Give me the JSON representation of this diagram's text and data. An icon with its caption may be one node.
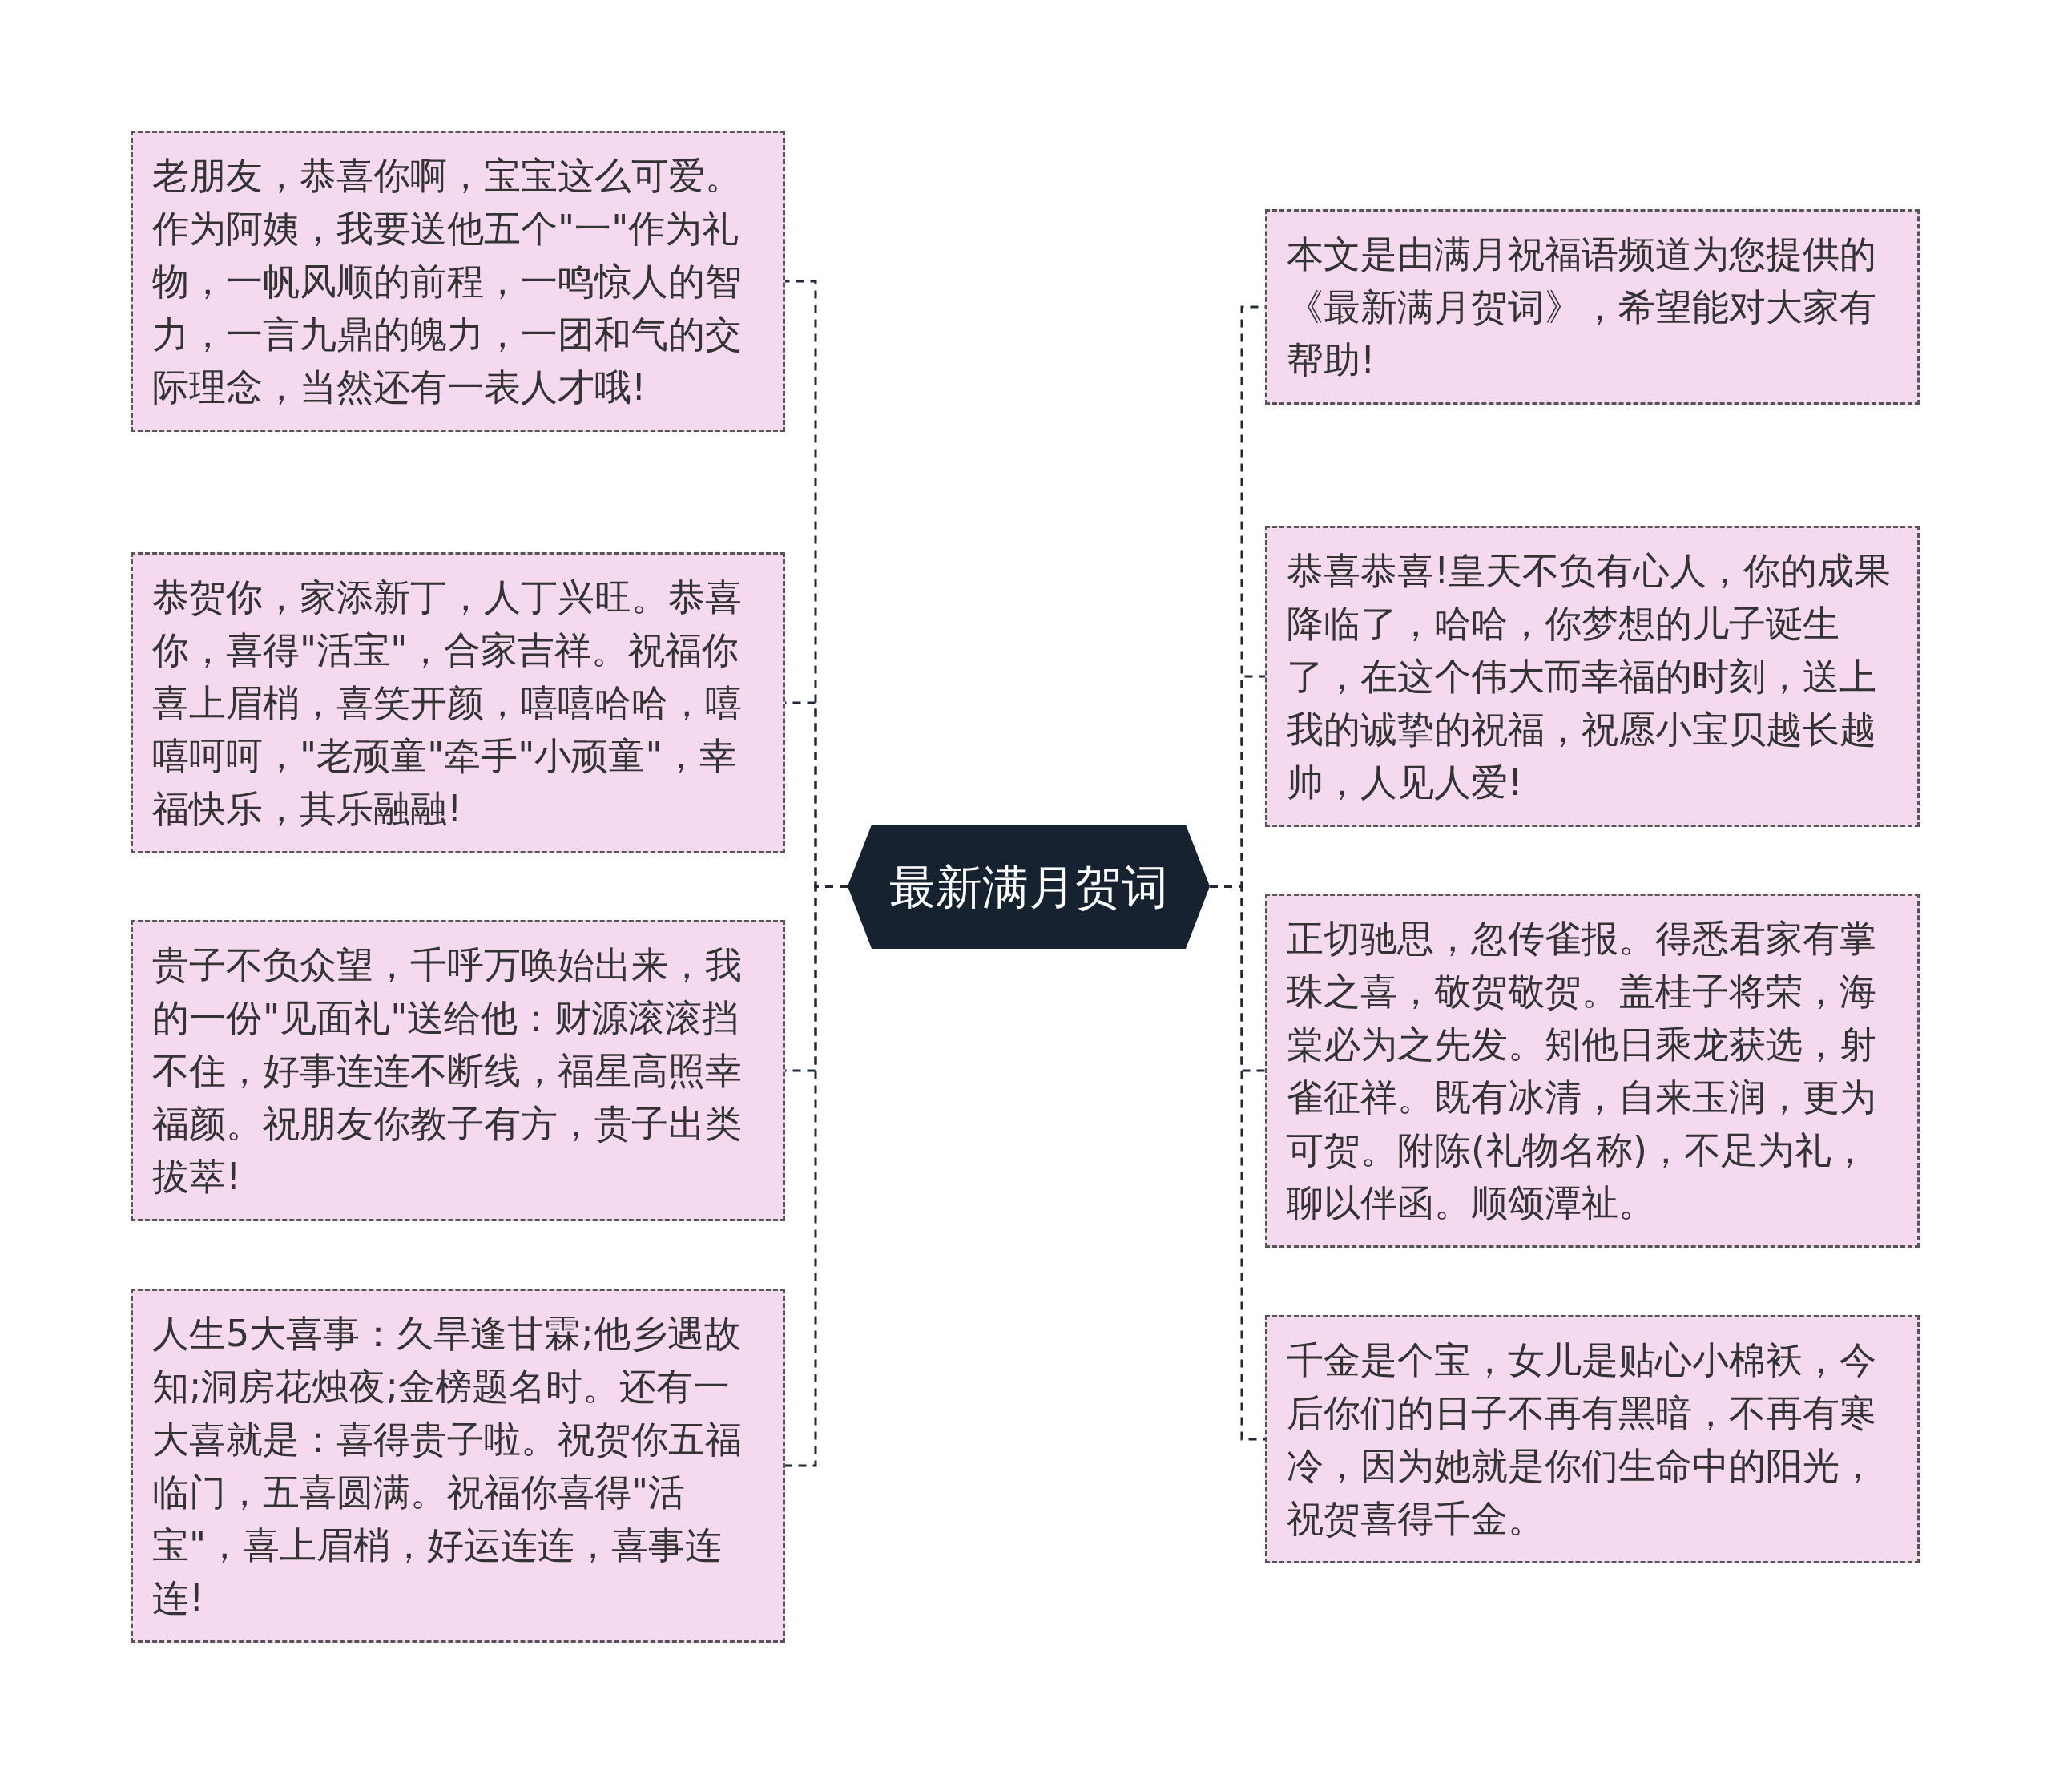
{
  "diagram": {
    "nodes": [
      {
        "text": [
          "最新满月贺词"
        ]
      },
      {
        "text": [
          "老朋友，恭喜你啊，宝宝这么可爱。作为阿姨，我要送他五个\"一\"作为礼物，一帆风顺的前程，一鸣惊人的智力，一言九鼎的魄力，一团和气的交际理念，当然还有一表人才哦!"
        ]
      },
      {
        "text": [
          "恭贺你，家添新丁，人丁兴旺。恭喜你，喜得\"活宝\"，合家吉祥。祝福你喜上眉梢，喜笑开颜，嘻嘻哈哈，嘻嘻呵呵，\"老顽童\"牵手\"小顽童\"，幸福快乐，其乐融融!"
        ]
      },
      {
        "text": [
          "贵子不负众望，千呼万唤始出来，我的一份\"见面礼\"送给他：财源滚滚挡不住，好事连连不断线，福星高照幸福颜。祝朋友你教子有方，贵子出类拔萃!"
        ]
      },
      {
        "text": [
          "人生5大喜事：久旱逢甘霖;他乡遇故知;洞房花烛夜;金榜题名时。还有一大喜就是：喜得贵子啦。祝贺你五福临门，五喜圆满。祝福你喜得\"活宝\"，喜上眉梢，好运连连，喜事连连!"
        ]
      },
      {
        "text": [
          "本文是由满月祝福语频道为您提供的《最新满月贺词》，希望能对大家有帮助!"
        ]
      },
      {
        "text": [
          "恭喜恭喜!皇天不负有心人，你的成果降临了，哈哈，你梦想的儿子诞生了，在这个伟大而幸福的时刻，送上我的诚挚的祝福，祝愿小宝贝越长越帅，人见人爱!"
        ]
      },
      {
        "text": [
          "正切驰思，忽传雀报。得悉君家有掌珠之喜，敬贺敬贺。盖桂子将荣，海棠必为之先发。矧他日乘龙获选，射雀征祥。既有冰清，自来玉润，更为可贺。附陈(礼物名称)，不足为礼，聊以伴函。顺颂潭祉。"
        ]
      },
      {
        "text": [
          "千金是个宝，女儿是贴心小棉袄，今后你们的日子不再有黑暗，不再有寒冷，因为她就是你们生命中的阳光，祝贺喜得千金。"
        ]
      }
    ],
    "edges": [
      {
        "from": 0,
        "to": 1,
        "arrow": "none",
        "style": "dashed"
      },
      {
        "from": 0,
        "to": 2,
        "arrow": "none",
        "style": "dashed"
      },
      {
        "from": 0,
        "to": 3,
        "arrow": "none",
        "style": "dashed"
      },
      {
        "from": 0,
        "to": 4,
        "arrow": "none",
        "style": "dashed"
      },
      {
        "from": 0,
        "to": 5,
        "arrow": "none",
        "style": "dashed"
      },
      {
        "from": 0,
        "to": 6,
        "arrow": "none",
        "style": "dashed"
      },
      {
        "from": 0,
        "to": 7,
        "arrow": "none",
        "style": "dashed"
      },
      {
        "from": 0,
        "to": 8,
        "arrow": "none",
        "style": "dashed"
      }
    ]
  }
}
